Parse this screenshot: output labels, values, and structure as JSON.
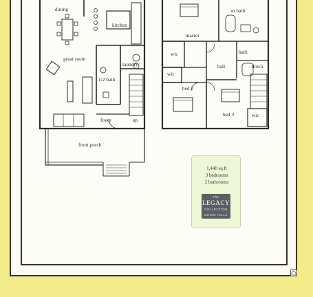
{
  "ground_floor": {
    "dining": "dining",
    "kitchen": "kitchen",
    "great_room": "great room",
    "laundry": "laundry",
    "half_bath": "1/2 bath",
    "foyer": "foyer",
    "up": "up",
    "front_porch": "front porch"
  },
  "upper_floor": {
    "master": "master",
    "m_bath": "m bath",
    "wic_1": "wic",
    "wic_2": "wic",
    "wic_3": "wic",
    "hall": "hall",
    "bath": "bath",
    "down": "down",
    "bed_2": "bed 2",
    "bed_3": "bed 3"
  },
  "info": {
    "sqft": "1,440 sq ft",
    "bedrooms": "3 bedrooms",
    "bathrooms": "2 bathrooms"
  },
  "logo": {
    "the": "The",
    "name": "LEGACY",
    "collection": "COLLECTION",
    "place": "DRUID HILLS"
  },
  "icons": {
    "equal_housing": "equal-housing-icon"
  },
  "colors": {
    "background": "#f3ec8a",
    "logo": "#5b5e63",
    "card": "#eef6d6"
  }
}
